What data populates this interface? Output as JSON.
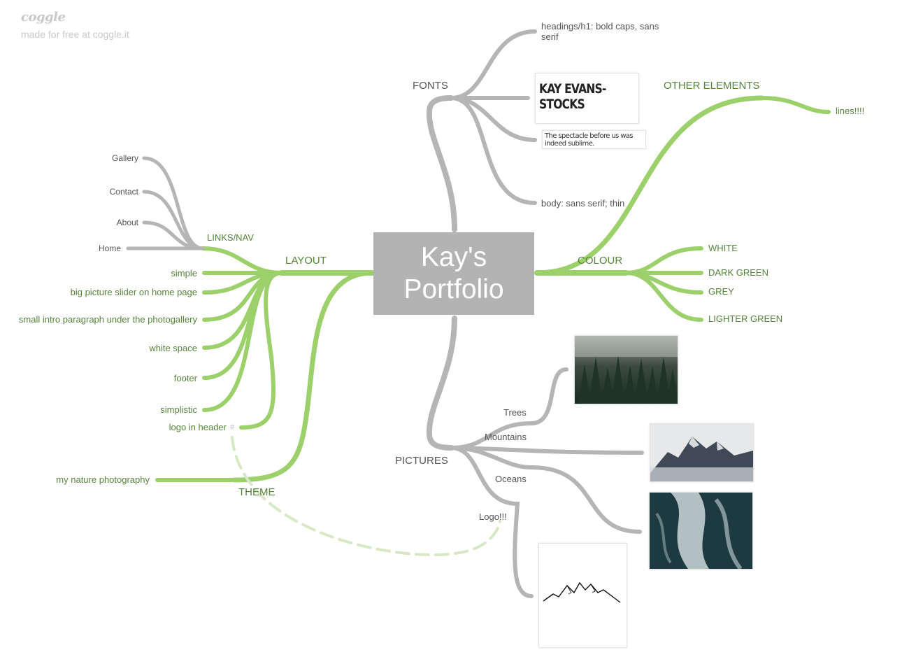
{
  "brand": {
    "logo": "coggle",
    "tagline": "made for free at coggle.it"
  },
  "center": {
    "line1": "Kay's",
    "line2": "Portfolio"
  },
  "colors": {
    "green": "#9bd06a",
    "green_text": "#55843a",
    "gray": "#b5b5b5",
    "dashed": "#d6e9c4",
    "center_bg": "#b3b3b3"
  },
  "fonts": {
    "label": "FONTS",
    "headings": "headings/h1: bold caps, sans serif",
    "sample_title": "KAY EVANS-STOCKS",
    "sample_quote": "The spectacle before us was indeed sublime.",
    "body": "body: sans serif; thin"
  },
  "other_elements": {
    "label": "OTHER ELEMENTS",
    "lines": "lines!!!!"
  },
  "colour": {
    "label": "COLOUR",
    "items": [
      "WHITE",
      "DARK GREEN",
      "GREY",
      "LIGHTER GREEN"
    ]
  },
  "layout": {
    "label": "LAYOUT",
    "links_nav": {
      "label": "LINKS/NAV",
      "items": [
        "Gallery",
        "Contact",
        "About",
        "Home"
      ]
    },
    "items": [
      "simple",
      "big picture slider on home page",
      "small intro paragraph under the photogallery",
      "white space",
      "footer",
      "simplistic",
      "logo in header"
    ],
    "link_symbol": "#"
  },
  "theme": {
    "label": "THEME",
    "items": [
      "my nature photography"
    ]
  },
  "pictures": {
    "label": "PICTURES",
    "items": [
      "Trees",
      "Mountains",
      "Oceans",
      "Logo!!!"
    ]
  },
  "icons": [
    "forest-photo",
    "mountain-photo",
    "ocean-photo",
    "mountain-logo-icon"
  ]
}
